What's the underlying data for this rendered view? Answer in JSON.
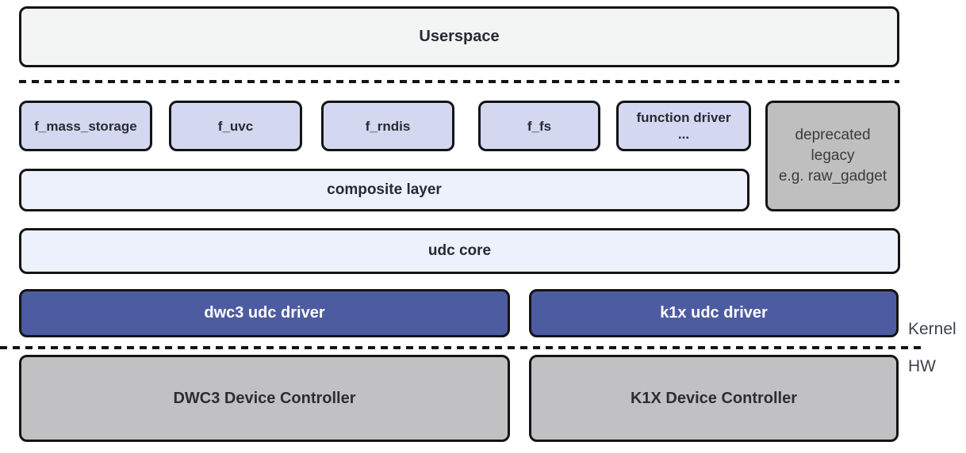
{
  "diagram": {
    "title_hint": "USB gadget / UDC software stack",
    "userspace": {
      "label": "Userspace"
    },
    "function_drivers": [
      {
        "label": "f_mass_storage"
      },
      {
        "label": "f_uvc"
      },
      {
        "label": "f_rndis"
      },
      {
        "label": "f_fs"
      },
      {
        "label": "function driver",
        "label_line2": "..."
      }
    ],
    "deprecated_box": {
      "line1": "deprecated",
      "line2": "legacy",
      "line3": "e.g. raw_gadget"
    },
    "composite_layer": {
      "label": "composite layer"
    },
    "udc_core": {
      "label": "udc core"
    },
    "udc_drivers": [
      {
        "label": "dwc3 udc driver"
      },
      {
        "label": "k1x udc driver"
      }
    ],
    "device_controllers": [
      {
        "label": "DWC3 Device Controller"
      },
      {
        "label": "K1X Device Controller"
      }
    ],
    "side_labels": {
      "kernel": "Kernel",
      "hw": "HW"
    },
    "colors": {
      "userspace_fill": "#f3f4f4",
      "function_box_fill": "#d3d8f0",
      "layer_fill": "#edf1fb",
      "driver_fill": "#4d5ba1",
      "hardware_fill": "#c1c1c3",
      "deprecated_fill": "#bfbfbf",
      "border": "#141414",
      "dark_text": "#262b33",
      "driver_text": "#ffffff"
    }
  }
}
